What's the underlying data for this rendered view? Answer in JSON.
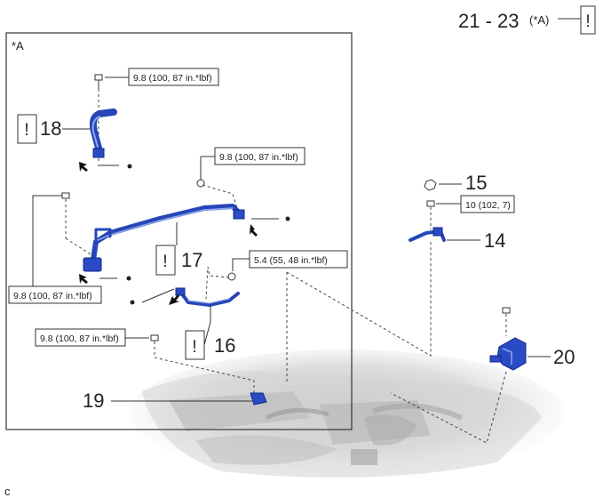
{
  "header": {
    "range": "21 - 23",
    "ref": "(*A)",
    "caution": "!"
  },
  "inset": {
    "label": "*A"
  },
  "corner_mark": "c",
  "torque_specs": {
    "bolt_18": "9.8 (100, 87 in.*lbf)",
    "bolt_17_right": "9.8 (100, 87 in.*lbf)",
    "bolt_17_left": "9.8 (100, 87 in.*lbf)",
    "bolt_16": "5.4 (55, 48 in.*lbf)",
    "bolt_19": "9.8 (100, 87 in.*lbf)",
    "bolt_14": "10 (102, 7)"
  },
  "callouts": {
    "p14": "14",
    "p15": "15",
    "p16": "16",
    "p17": "17",
    "p18": "18",
    "p19": "19",
    "p20": "20"
  },
  "caution_marks": {
    "c16": "!",
    "c17": "!",
    "c18": "!"
  },
  "colors": {
    "part_blue": "#2646b8",
    "line": "#333333"
  }
}
